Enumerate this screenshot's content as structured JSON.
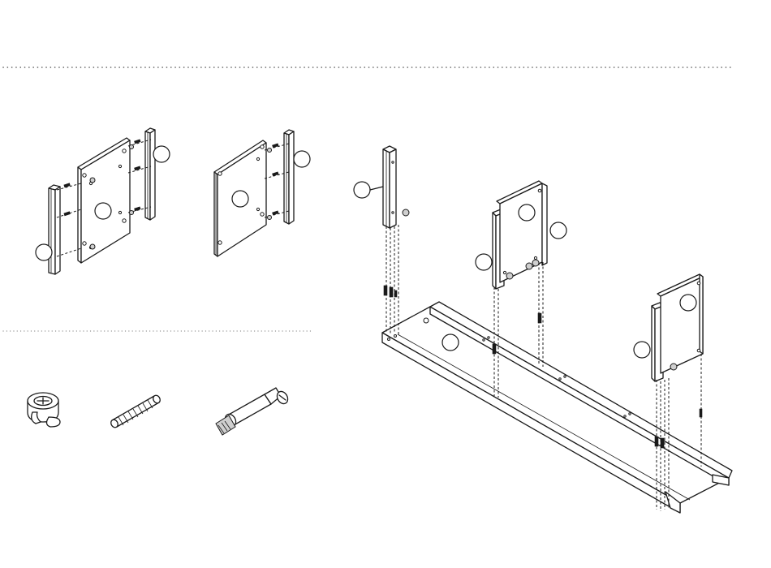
{
  "colors": {
    "ink": "#1a1a1a",
    "paper": "#ffffff",
    "dotted_rule": "#555555"
  },
  "sections": [
    "top-left-subassembly-1",
    "top-left-subassembly-2",
    "main-assembly",
    "hardware-legend"
  ],
  "hardware": [
    {
      "name": "cam-lock-nut",
      "icon": "cam-lock-icon"
    },
    {
      "name": "wooden-dowel",
      "icon": "dowel-icon"
    },
    {
      "name": "cam-bolt",
      "icon": "cam-bolt-icon"
    }
  ],
  "callout_count": 12
}
